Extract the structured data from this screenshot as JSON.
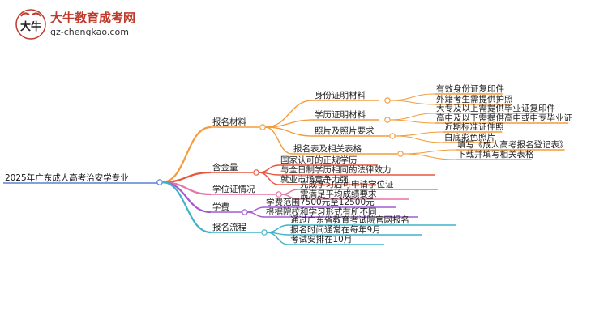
{
  "site": {
    "name": "大牛教育成考网",
    "url": "gz-chengkao.com",
    "logo_text": "大牛"
  },
  "mindmap": {
    "root": "2025年广东成人高考治安学专业",
    "branches": [
      {
        "label": "报名材料",
        "color": "#f39c3d",
        "children": [
          {
            "label": "身份证明材料",
            "children": [
              "有效身份证复印件",
              "外籍考生需提供护照"
            ]
          },
          {
            "label": "学历证明材料",
            "children": [
              "大专及以上需提供毕业证复印件",
              "高中及以下需提供高中或中专毕业证"
            ]
          },
          {
            "label": "照片及照片要求",
            "children": [
              "近期标准证件照",
              "白底彩色照片"
            ]
          },
          {
            "label": "报名表及相关表格",
            "children": [
              "填写《成人高考报名登记表》",
              "下载并填写相关表格"
            ]
          }
        ]
      },
      {
        "label": "含金量",
        "color": "#e8563f",
        "children": [
          {
            "label": "国家认可的正规学历",
            "children": []
          },
          {
            "label": "与全日制学历相同的法律效力",
            "children": []
          },
          {
            "label": "就业市场竞争力强",
            "children": []
          }
        ]
      },
      {
        "label": "学位证情况",
        "color": "#e574a6",
        "children": [
          {
            "label": "完成学习后可申请学位证",
            "children": []
          },
          {
            "label": "需满足平均成绩要求",
            "children": []
          }
        ]
      },
      {
        "label": "学费",
        "color": "#a25ad6",
        "children": [
          {
            "label": "学费范围7500元至12500元",
            "children": []
          },
          {
            "label": "根据院校和学习形式有所不同",
            "children": []
          }
        ]
      },
      {
        "label": "报名流程",
        "color": "#3fb3c9",
        "children": [
          {
            "label": "通过广东省教育考试院官网报名",
            "children": []
          },
          {
            "label": "报名时间通常在每年9月",
            "children": []
          },
          {
            "label": "考试安排在10月",
            "children": []
          }
        ]
      }
    ]
  }
}
